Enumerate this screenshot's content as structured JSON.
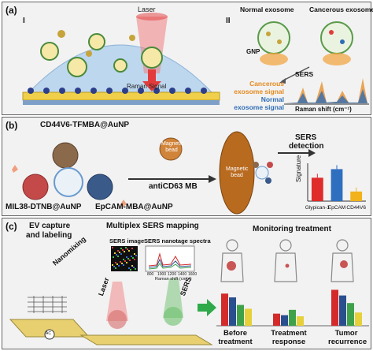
{
  "panel_a": {
    "label": "(a)",
    "section_I": "I",
    "section_II": "II",
    "laser": "Laser",
    "raman_signal": "Raman Signal",
    "normal_exosome": "Normal exosome",
    "cancerous_exosome": "Cancerous exosome",
    "gnp": "GNP",
    "sers": "SERS",
    "cancerous_signal_line1": "Cancerous",
    "cancerous_signal_line2": "exosome signal",
    "normal_signal_line1": "Normal",
    "normal_signal_line2": "exosome signal",
    "raman_shift": "Raman shift (cm⁻¹)",
    "colors": {
      "cancerous": "#e58a1f",
      "normal": "#2f6db5",
      "laser": "#e33b3b"
    }
  },
  "panel_b": {
    "label": "(b)",
    "probe_top": "CD44V6-TFMBA@AuNP",
    "probe_left": "MIL38-DTNB@AuNP",
    "probe_right": "EpCAM-MBA@AuNP",
    "magnetic_bead_small": "Magnetic bead",
    "anti_mb": "antiCD63 MB",
    "magnetic_bead_large": "Magnetic bead",
    "sers_detection_line1": "SERS",
    "sers_detection_line2": "detection",
    "ylabel": "Signature",
    "chart_data": {
      "type": "bar",
      "categories": [
        "Glypican-1",
        "EpCAM",
        "CD44V6"
      ],
      "values": [
        0.68,
        0.93,
        0.28
      ],
      "colors": [
        "#e02b2b",
        "#2f6fc0",
        "#f2b21b"
      ],
      "ylabel": "Signature",
      "ylim": [
        0,
        1.1
      ]
    }
  },
  "panel_c": {
    "label": "(c)",
    "ev_line1": "EV capture",
    "ev_line2": "and labeling",
    "nanomixing": "Nanomixing",
    "multiplex": "Multiplex SERS mapping",
    "sers_image": "SERS image",
    "sers_spectra": "SERS nanotage spectra",
    "raman_axis": "Raman shift (cm⁻¹)",
    "raman_ticks": [
      "800",
      "1000",
      "1200",
      "1400",
      "1600"
    ],
    "laser": "Laser",
    "sers": "SERS",
    "monitoring": "Monitoring treatment",
    "ac": "AC",
    "groups": [
      {
        "label_line1": "Before",
        "label_line2": "treatment",
        "values": [
          0.85,
          0.75,
          0.55,
          0.45
        ]
      },
      {
        "label_line1": "Treatment",
        "label_line2": "response",
        "values": [
          0.32,
          0.28,
          0.42,
          0.25
        ]
      },
      {
        "label_line1": "Tumor",
        "label_line2": "recurrence",
        "values": [
          0.95,
          0.8,
          0.6,
          0.35
        ]
      }
    ],
    "bar_colors": [
      "#d42a2a",
      "#2a4f8f",
      "#3fa24a",
      "#e6d13a"
    ]
  }
}
